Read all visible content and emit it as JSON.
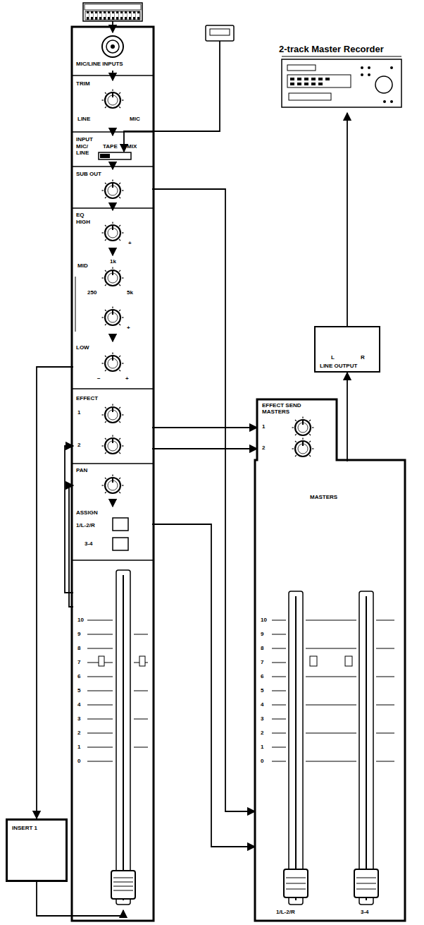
{
  "diagram": {
    "nodes": [
      {
        "text": [
          "MIC/LINE INPUTS"
        ]
      },
      {
        "text": [
          "TRIM",
          "LINE",
          "MIC"
        ]
      },
      {
        "text": [
          "INPUT",
          "MIC/ LINE",
          "TAPE",
          "MIX"
        ]
      },
      {
        "text": [
          "SUB OUT"
        ]
      },
      {
        "text": [
          "EQ",
          "HIGH",
          "+"
        ]
      },
      {
        "text": [
          "MID",
          "1k",
          "250",
          "5k",
          "+"
        ]
      },
      {
        "text": [
          "LOW",
          "−",
          "+"
        ]
      },
      {
        "text": [
          "EFFECT",
          "1",
          "2"
        ]
      },
      {
        "text": [
          "PAN"
        ]
      },
      {
        "text": [
          "ASSIGN",
          "1/L-2/R",
          "3-4"
        ]
      },
      {
        "text": [
          "10",
          "9",
          "8",
          "7",
          "6",
          "5",
          "4",
          "3",
          "2",
          "1",
          "0"
        ]
      },
      {
        "text": [
          "INSERT 1"
        ]
      },
      {
        "text": [
          "EFFECT SEND MASTERS",
          "1",
          "2"
        ]
      },
      {
        "text": [
          "MASTERS",
          "10",
          "9",
          "8",
          "7",
          "6",
          "5",
          "4",
          "3",
          "2",
          "1",
          "0",
          "1/L-2/R",
          "3-4"
        ]
      },
      {
        "text": [
          "L",
          "R",
          "LINE OUTPUT"
        ]
      },
      {
        "text": [
          "2-track Master Recorder"
        ]
      }
    ],
    "edges": [
      {
        "from": 0,
        "to": 1,
        "arrow": "to"
      },
      {
        "from": 1,
        "to": 2,
        "arrow": "to"
      },
      {
        "from": 2,
        "to": 3,
        "arrow": "to"
      },
      {
        "from": 3,
        "to": 4,
        "arrow": "to"
      },
      {
        "from": 4,
        "to": 5,
        "arrow": "to"
      },
      {
        "from": 5,
        "to": 6,
        "arrow": "to"
      },
      {
        "from": 6,
        "to": 11,
        "arrow": "to"
      },
      {
        "from": 11,
        "to": 10,
        "arrow": "to"
      },
      {
        "from": 10,
        "to": 7,
        "arrow": "to"
      },
      {
        "from": 10,
        "to": 8,
        "arrow": "to"
      },
      {
        "from": 8,
        "to": 9,
        "arrow": "to"
      },
      {
        "from": 9,
        "to": 13,
        "arrow": "to"
      },
      {
        "from": 3,
        "to": 13,
        "arrow": "to"
      },
      {
        "from": 7,
        "to": 12,
        "arrow": "to"
      },
      {
        "from": 7,
        "to": 12,
        "arrow": "to"
      },
      {
        "from": 13,
        "to": 14,
        "arrow": "to"
      },
      {
        "from": 14,
        "to": 15,
        "arrow": "to"
      }
    ]
  }
}
